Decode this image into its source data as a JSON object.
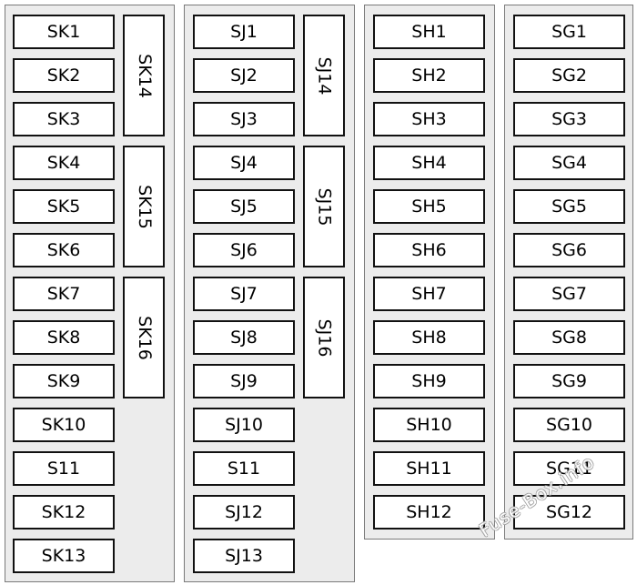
{
  "panels": [
    {
      "name": "sk",
      "fuses": [
        "SK1",
        "SK2",
        "SK3",
        "SK4",
        "SK5",
        "SK6",
        "SK7",
        "SK8",
        "SK9",
        "SK10",
        "S11",
        "SK12",
        "SK13"
      ],
      "relays": [
        "SK14",
        "SK15",
        "SK16"
      ]
    },
    {
      "name": "sj",
      "fuses": [
        "SJ1",
        "SJ2",
        "SJ3",
        "SJ4",
        "SJ5",
        "SJ6",
        "SJ7",
        "SJ8",
        "SJ9",
        "SJ10",
        "S11",
        "SJ12",
        "SJ13"
      ],
      "relays": [
        "SJ14",
        "SJ15",
        "SJ16"
      ]
    },
    {
      "name": "sh",
      "fuses": [
        "SH1",
        "SH2",
        "SH3",
        "SH4",
        "SH5",
        "SH6",
        "SH7",
        "SH8",
        "SH9",
        "SH10",
        "SH11",
        "SH12"
      ],
      "relays": []
    },
    {
      "name": "sg",
      "fuses": [
        "SG1",
        "SG2",
        "SG3",
        "SG4",
        "SG5",
        "SG6",
        "SG7",
        "SG8",
        "SG9",
        "SG10",
        "SG11",
        "SG12"
      ],
      "relays": []
    }
  ],
  "watermark": "Fuse-Box.info"
}
